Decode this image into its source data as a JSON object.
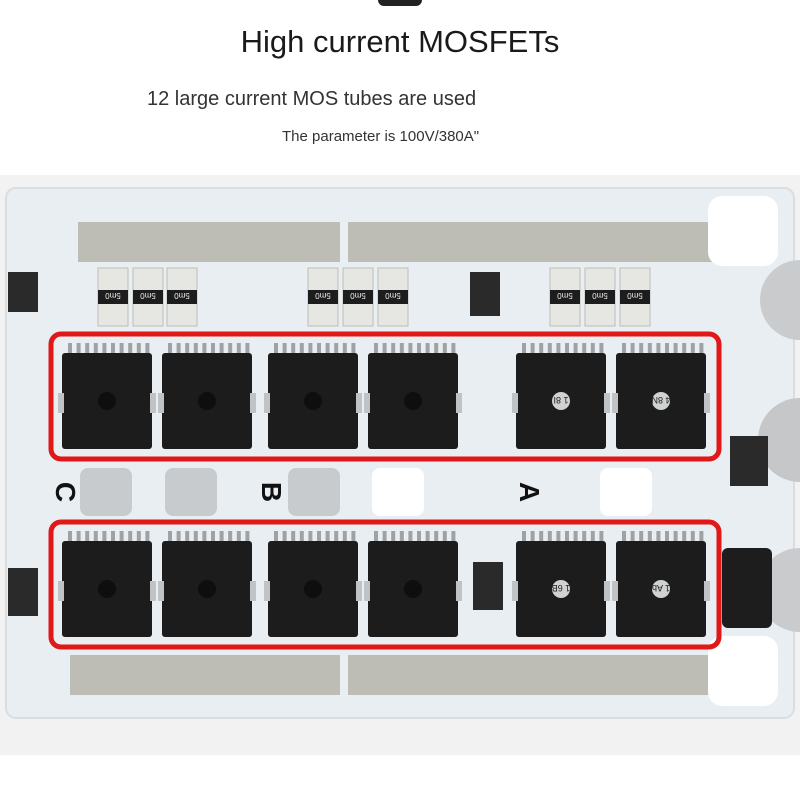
{
  "heading": {
    "title": "High current MOSFETs",
    "subtitle": "12 large current MOS tubes are used",
    "parameter": "The parameter is 100V/380A\""
  },
  "board": {
    "phase_labels": [
      "C",
      "B",
      "A"
    ],
    "resistor_marking": "5m0",
    "chip_markings": [
      "1 8I",
      "4 8N",
      "1 6B",
      "1 Ab"
    ],
    "mosfet_count": 12,
    "highlight_color": "#e01818",
    "board_color": "#e9eef2",
    "mosfet_color": "#1c1c1c"
  }
}
